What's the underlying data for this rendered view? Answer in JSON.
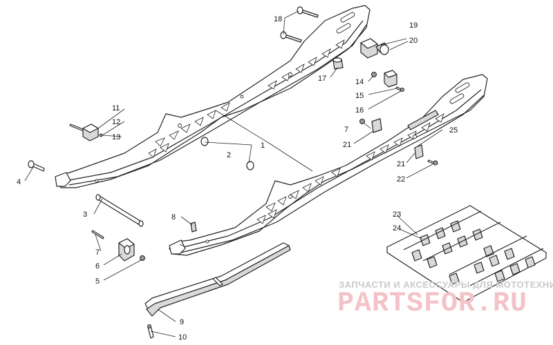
{
  "callouts": [
    {
      "id": "c1",
      "text": "1"
    },
    {
      "id": "c2",
      "text": "2"
    },
    {
      "id": "c3",
      "text": "3"
    },
    {
      "id": "c4",
      "text": "4"
    },
    {
      "id": "c5",
      "text": "5"
    },
    {
      "id": "c6",
      "text": "6"
    },
    {
      "id": "c7a",
      "text": "7"
    },
    {
      "id": "c7b",
      "text": "7"
    },
    {
      "id": "c8",
      "text": "8"
    },
    {
      "id": "c9",
      "text": "9"
    },
    {
      "id": "c10",
      "text": "10"
    },
    {
      "id": "c11",
      "text": "11"
    },
    {
      "id": "c12",
      "text": "12"
    },
    {
      "id": "c13",
      "text": "13"
    },
    {
      "id": "c14",
      "text": "14"
    },
    {
      "id": "c15",
      "text": "15"
    },
    {
      "id": "c16",
      "text": "16"
    },
    {
      "id": "c17",
      "text": "17"
    },
    {
      "id": "c18",
      "text": "18"
    },
    {
      "id": "c19",
      "text": "19"
    },
    {
      "id": "c20",
      "text": "20"
    },
    {
      "id": "c21a",
      "text": "21"
    },
    {
      "id": "c21b",
      "text": "21"
    },
    {
      "id": "c22",
      "text": "22"
    },
    {
      "id": "c23",
      "text": "23"
    },
    {
      "id": "c24",
      "text": "24"
    },
    {
      "id": "c25",
      "text": "25"
    }
  ],
  "watermark": {
    "tagline": "ЗАПЧАСТИ И АКСЕССУАРЫ ДЛЯ МОТОТЕХНИКИ",
    "brand": "PARTSFOR.RU"
  }
}
